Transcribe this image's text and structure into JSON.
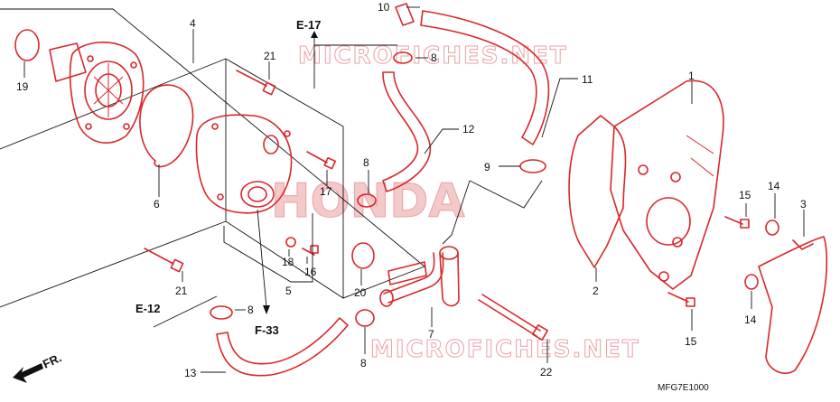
{
  "labels": {
    "p1": "1",
    "p2": "2",
    "p3": "3",
    "p4": "4",
    "p5": "5",
    "p6": "6",
    "p7": "7",
    "p8a": "8",
    "p8b": "8",
    "p8c": "8",
    "p8d": "8",
    "p9": "9",
    "p10": "10",
    "p11": "11",
    "p12": "12",
    "p13": "13",
    "p14a": "14",
    "p14b": "14",
    "p15a": "15",
    "p15b": "15",
    "p16": "16",
    "p17": "17",
    "p18": "18",
    "p19": "19",
    "p20": "20",
    "p21a": "21",
    "p21b": "21",
    "p22": "22"
  },
  "references": {
    "e17": "E-17",
    "e12": "E-12",
    "f33": "F-33",
    "fr": "FR."
  },
  "watermarks": {
    "site_top": "MICROFICHES.NET",
    "site_bottom": "MICROFICHES.NET",
    "brand": "HONDA"
  },
  "diagram_code": "MFG7E1000",
  "colors": {
    "part_line": "#d8262a",
    "leader_line": "#111111",
    "watermark": "#e9a2a4"
  }
}
